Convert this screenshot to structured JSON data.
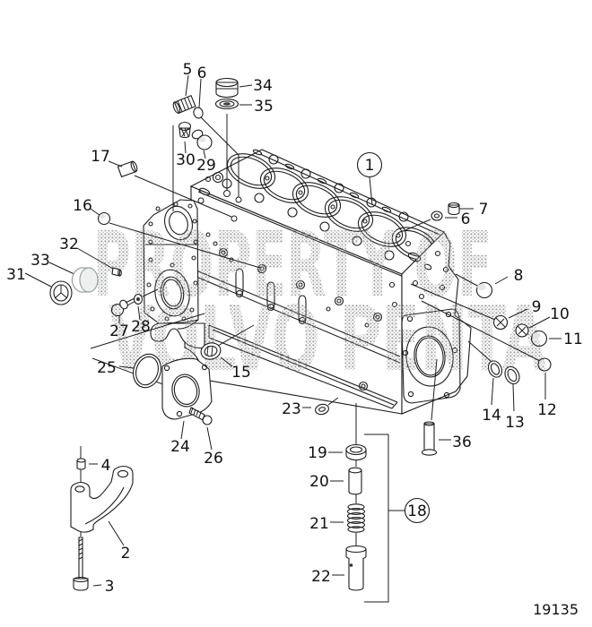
{
  "diagram": {
    "figure_number": "19135",
    "watermark": {
      "line1": "PROPERTY OF",
      "line2": "VOLVO PENTA"
    },
    "colors": {
      "line": "#1c1c1c",
      "part_gray": "#b9bdbd",
      "part_light": "#dfe2e2",
      "watermark_dot": "#8f8f8f"
    },
    "callouts": [
      {
        "label": "1",
        "circled": true
      },
      {
        "label": "2"
      },
      {
        "label": "3"
      },
      {
        "label": "4"
      },
      {
        "label": "5"
      },
      {
        "label": "6"
      },
      {
        "label": "6"
      },
      {
        "label": "7"
      },
      {
        "label": "8"
      },
      {
        "label": "9"
      },
      {
        "label": "10"
      },
      {
        "label": "11"
      },
      {
        "label": "12"
      },
      {
        "label": "13"
      },
      {
        "label": "14"
      },
      {
        "label": "15"
      },
      {
        "label": "16"
      },
      {
        "label": "17"
      },
      {
        "label": "18",
        "circled": true
      },
      {
        "label": "19"
      },
      {
        "label": "20"
      },
      {
        "label": "21"
      },
      {
        "label": "22"
      },
      {
        "label": "23"
      },
      {
        "label": "24"
      },
      {
        "label": "25"
      },
      {
        "label": "26"
      },
      {
        "label": "27"
      },
      {
        "label": "28"
      },
      {
        "label": "29"
      },
      {
        "label": "30"
      },
      {
        "label": "31"
      },
      {
        "label": "32"
      },
      {
        "label": "33"
      },
      {
        "label": "34"
      },
      {
        "label": "35"
      },
      {
        "label": "36"
      }
    ]
  }
}
